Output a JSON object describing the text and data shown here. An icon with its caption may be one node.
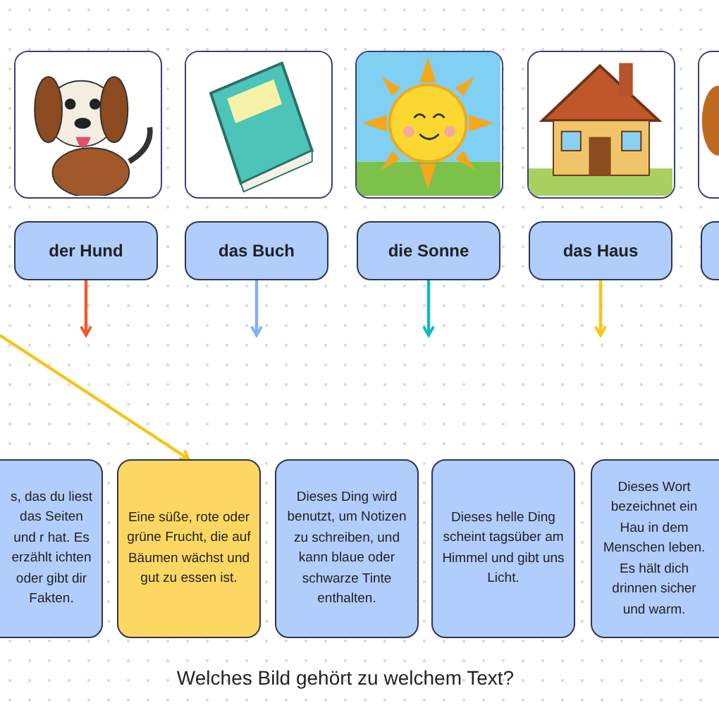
{
  "diagram": {
    "caption": "Welches Bild gehört zu welchem Text?",
    "nodes": [
      {
        "text": [],
        "shape": "picture"
      },
      {
        "text": [],
        "shape": "picture"
      },
      {
        "text": [],
        "shape": "picture"
      },
      {
        "text": [],
        "shape": "picture"
      },
      {
        "text": [],
        "shape": "picture"
      },
      {
        "text": [
          "der Hund"
        ]
      },
      {
        "text": [
          "das Buch"
        ]
      },
      {
        "text": [
          "die Sonne"
        ]
      },
      {
        "text": [
          "das Haus"
        ]
      },
      {
        "text": [],
        "shape": "box"
      },
      {
        "text": [
          "s, das du liest das Seiten und r hat. Es erzählt ichten oder gibt dir Fakten."
        ]
      },
      {
        "text": [
          "Eine süße, rote oder grüne Frucht, die auf Bäumen wächst und gut zu essen ist."
        ]
      },
      {
        "text": [
          "Dieses Ding wird benutzt, um Notizen zu schreiben, und kann blaue oder schwarze Tinte enthalten."
        ]
      },
      {
        "text": [
          "Dieses helle Ding scheint tagsüber am Himmel und gibt uns Licht."
        ]
      },
      {
        "text": [
          "Dieses Wort bezeichnet ein Hau in dem Menschen leben. Es hält dich drinnen sicher und warm."
        ]
      }
    ],
    "edges": [
      {
        "from": 5,
        "to": null,
        "arrow": "to",
        "color": "#f05a28"
      },
      {
        "from": 6,
        "to": null,
        "arrow": "to",
        "color": "#80aef8"
      },
      {
        "from": 7,
        "to": null,
        "arrow": "to",
        "color": "#13b5c8"
      },
      {
        "from": 8,
        "to": null,
        "arrow": "to",
        "color": "#ffc20e"
      },
      {
        "from": null,
        "to": 11,
        "arrow": "to",
        "color": "#f5c518"
      }
    ]
  }
}
